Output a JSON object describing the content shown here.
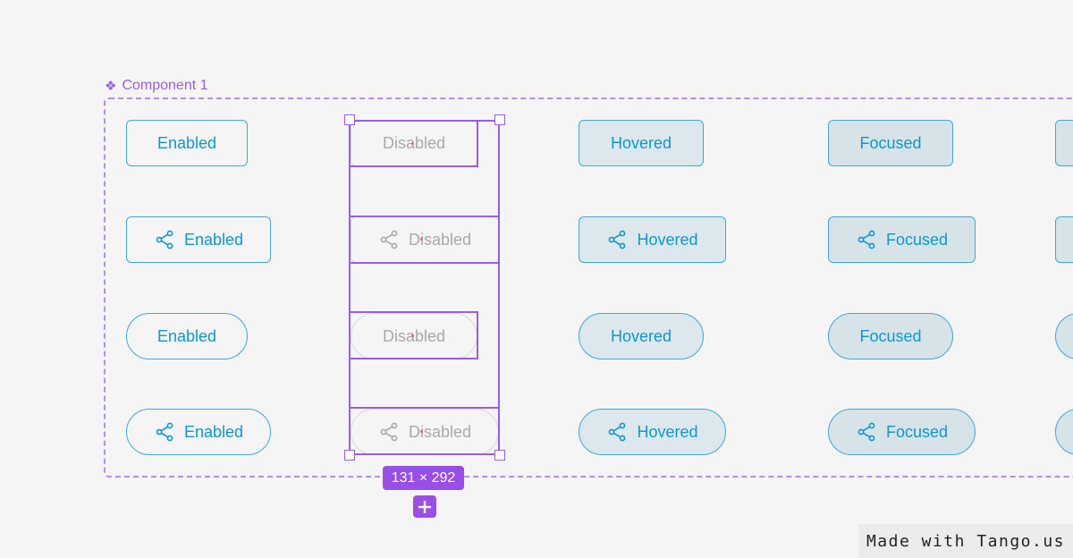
{
  "component": {
    "icon": "component-diamond-icon",
    "label": "Component 1"
  },
  "columns": {
    "enabled": "Enabled",
    "disabled": "Disabled",
    "hovered": "Hovered",
    "focused": "Focused"
  },
  "selection": {
    "dimensions": "131 × 292"
  },
  "add_button": {
    "icon": "plus-icon"
  },
  "watermark": {
    "text": "Made with Tango.us"
  },
  "icons": {
    "share": "share-icon"
  },
  "colors": {
    "primary": "#0b98d0",
    "border": "#3aaad8",
    "selection": "#9a5cf0",
    "disabled_text": "#a9a9a9",
    "hover_bg": "#dde8ee"
  }
}
